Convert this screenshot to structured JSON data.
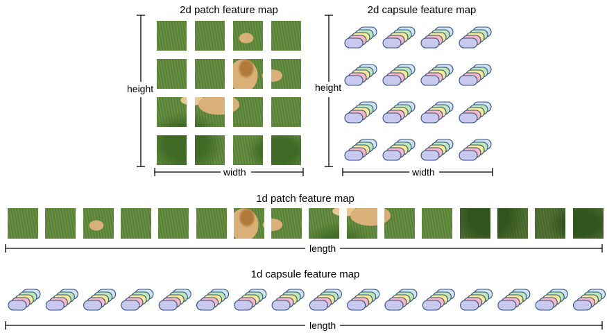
{
  "titles": {
    "patch_2d": "2d patch feature map",
    "capsule_2d": "2d capsule feature map",
    "patch_1d": "1d patch feature map",
    "capsule_1d": "1d capsule feature map"
  },
  "axes": {
    "patch_2d_height": "height",
    "patch_2d_width": "width",
    "capsule_2d_height": "height",
    "capsule_2d_width": "width",
    "patch_1d_length": "length",
    "capsule_1d_length": "length"
  },
  "grid_2d": {
    "rows": 4,
    "cols": 4
  },
  "sequence_1d": {
    "count": 16
  },
  "capsule_stack_colors": [
    "#c9c9f0",
    "#f4b8c8",
    "#f7e99a",
    "#bfe8b8",
    "#cfe3f7"
  ],
  "capsule_outline_color": "#2f4f7a",
  "patch_colors": {
    "grass": "#5f8a3a",
    "grass_dark": "#3f6a25",
    "dog": "#d9b078"
  }
}
